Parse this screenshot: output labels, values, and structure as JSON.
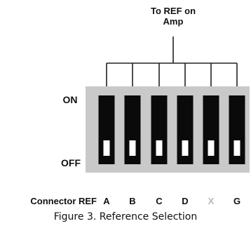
{
  "top_label_line1": "To REF on",
  "top_label_line2": "Amp",
  "on_label": "ON",
  "off_label": "OFF",
  "connector_label": "Connector REF",
  "switches": [
    {
      "letter": "A",
      "position": "off"
    },
    {
      "letter": "B",
      "position": "off"
    },
    {
      "letter": "C",
      "position": "off"
    },
    {
      "letter": "D",
      "position": "off"
    },
    {
      "letter": "X",
      "position": "off"
    },
    {
      "letter": "G",
      "position": "off"
    }
  ],
  "caption": "Figure 3. Reference Selection",
  "colors": {
    "housing": "#c9c9c9",
    "slot": "#0a0a0a",
    "knob": "#ffffff",
    "line": "#222222",
    "text": "#111111",
    "x_letter": "#b8b8b8"
  }
}
